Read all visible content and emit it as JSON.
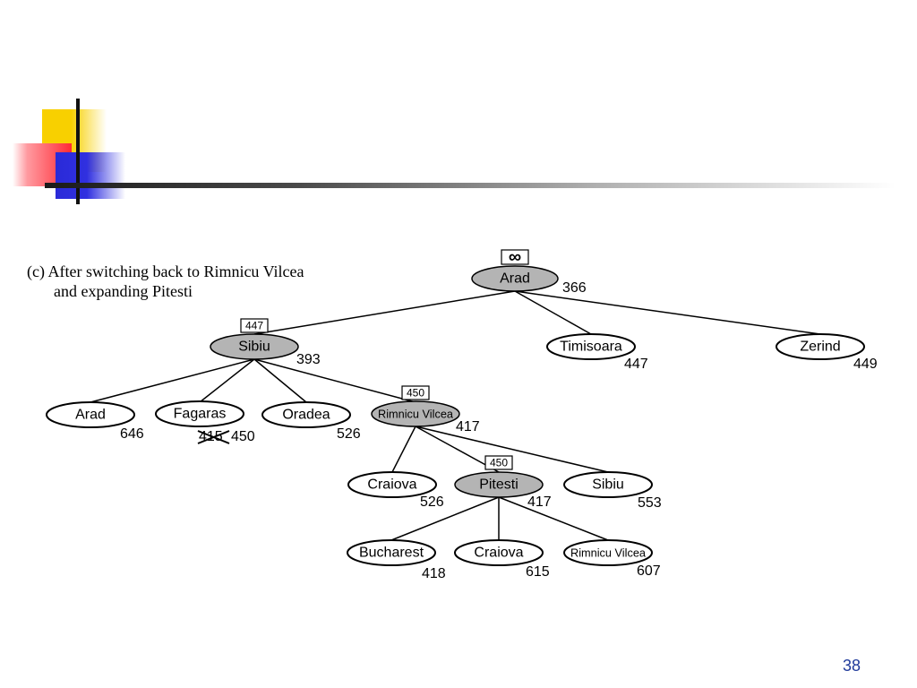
{
  "caption": {
    "line1": "(c) After switching back to Rimnicu Vilcea",
    "line2": "and expanding Pitesti"
  },
  "tree": {
    "arad": {
      "label": "Arad",
      "h": "366",
      "f_limit": "∞",
      "expanded": true
    },
    "sibiu": {
      "label": "Sibiu",
      "h": "393",
      "f_limit": "447",
      "expanded": true
    },
    "timisoara": {
      "label": "Timisoara",
      "h": "447"
    },
    "zerind": {
      "label": "Zerind",
      "h": "449"
    },
    "arad2": {
      "label": "Arad",
      "h": "646"
    },
    "fagaras": {
      "label": "Fagaras",
      "h_old": "415",
      "h": "450"
    },
    "oradea": {
      "label": "Oradea",
      "h": "526"
    },
    "rimnicu": {
      "label": "Rimnicu Vilcea",
      "h": "417",
      "f_limit": "450",
      "expanded": true
    },
    "craiova": {
      "label": "Craiova",
      "h": "526"
    },
    "pitesti": {
      "label": "Pitesti",
      "h": "417",
      "f_limit": "450",
      "expanded": true
    },
    "sibiu2": {
      "label": "Sibiu",
      "h": "553"
    },
    "bucharest": {
      "label": "Bucharest",
      "h": "418"
    },
    "craiova2": {
      "label": "Craiova",
      "h": "615"
    },
    "rimnicu2": {
      "label": "Rimnicu Vilcea",
      "h": "607"
    }
  },
  "page_number": "38"
}
